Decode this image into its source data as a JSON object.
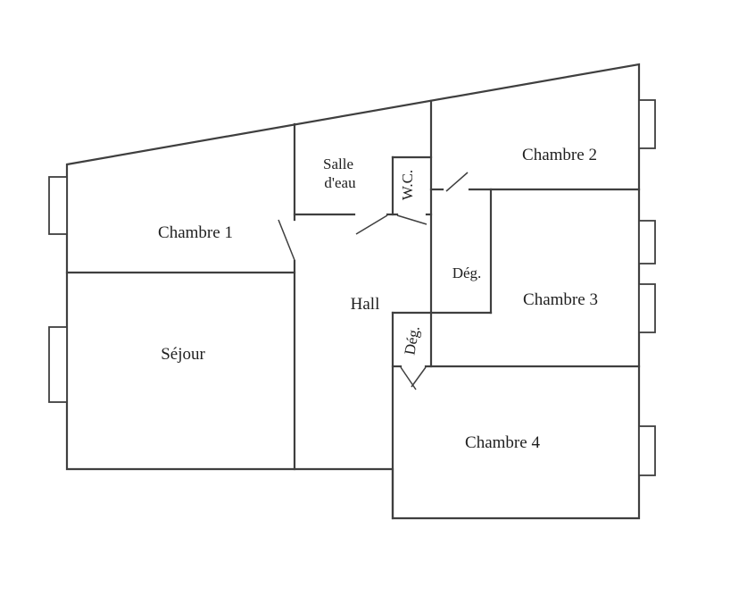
{
  "floorplan": {
    "colors": {
      "wall": "#3f3f3f",
      "background": "#ffffff",
      "text": "#1f1f1f"
    },
    "rooms": {
      "chambre1": {
        "label": "Chambre 1"
      },
      "sejour": {
        "label": "Séjour"
      },
      "salle_eau": {
        "line1": "Salle",
        "line2": "d'eau"
      },
      "wc": {
        "label": "W.C."
      },
      "chambre2": {
        "label": "Chambre 2"
      },
      "deg1": {
        "label": "Dég."
      },
      "chambre3": {
        "label": "Chambre 3"
      },
      "hall": {
        "label": "Hall"
      },
      "deg2": {
        "label": "Dég."
      },
      "chambre4": {
        "label": "Chambre 4"
      }
    }
  }
}
